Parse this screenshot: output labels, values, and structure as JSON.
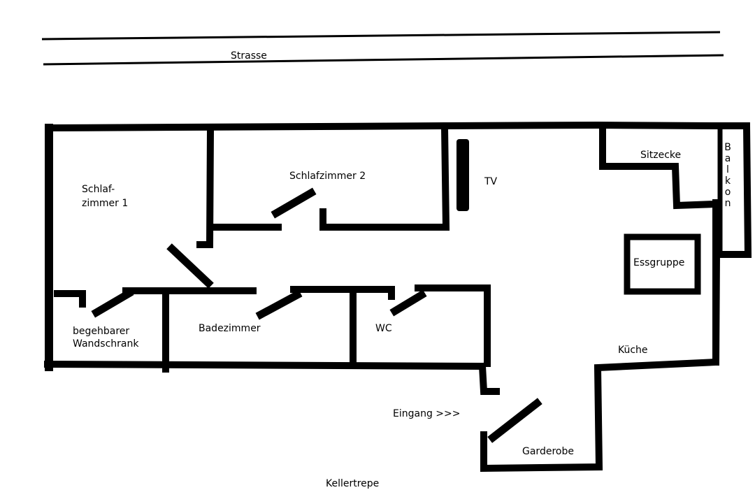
{
  "labels": {
    "street": "Strasse",
    "bedroom1": "Schlaf-\nzimmer 1",
    "bedroom2": "Schlafzimmer 2",
    "tv": "TV",
    "seating": "Sitzecke",
    "balcony": "B\na\nl\nk\no\nn",
    "dining": "Essgruppe",
    "walkin_closet": "begehbarer\nWandschrank",
    "bathroom": "Badezimmer",
    "wc": "WC",
    "kitchen": "Küche",
    "entrance": "Eingang >>>",
    "wardrobe": "Garderobe",
    "cellar_stairs": "Kellertrepe"
  }
}
